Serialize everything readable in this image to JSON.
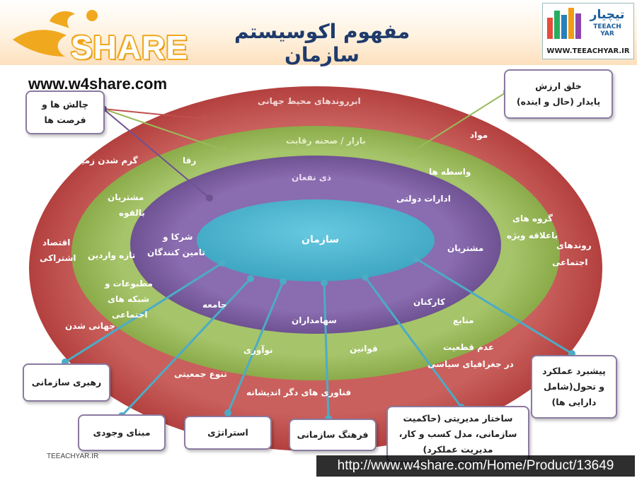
{
  "title": "مفهوم اکوسیستم سازمان",
  "brand": {
    "name": "تیچیار",
    "name_latin": "TEEACH YAR",
    "url": "WWW.TEEACHYAR.IR"
  },
  "watermark": {
    "logo_word": "SHARE",
    "site": "www.w4share.com",
    "url_bar": "http://www.w4share.com/Home/Product/13649"
  },
  "footer": "TEEACHYAR.IR",
  "colors": {
    "outer": "#c0504d",
    "green": "#9bbb59",
    "purple": "#8064a2",
    "core": "#4bacc6",
    "connector": "#4bacc6",
    "title": "#1f3a6b"
  },
  "rings": {
    "outer_title": "ابرروندهای محیط جهانی",
    "green_title": "بازار / صحنه رقابت",
    "purple_title": "ذی نفعان",
    "core_title": "سازمان"
  },
  "outer_labels": {
    "mavad": "مواد",
    "garm": "گرم شدن زمین",
    "eghtesad1": "اقتصاد",
    "eghtesad2": "اشتراکی",
    "matbuat1": "مطبوعات و",
    "matbuat2": "شبکه های",
    "matbuat3": "اجتماعی",
    "jahani": "جهانی شدن",
    "ravand1": "روندهای",
    "ravand2": "اجتماعی",
    "tanavo": "تنوع جمعیتی",
    "fanavari": "فناوری های دگر اندیشانه"
  },
  "green_labels": {
    "ra": "رقا",
    "vaseteh": "واسطه ها",
    "moshtarian1": "مشتریان",
    "moshtarian2": "بالقوه",
    "taze": "تازه واردین",
    "goruh1": "گروه های",
    "goruh2": "باعلاقه ویژه",
    "manabe": "منابع",
    "ghavanin": "قوانین",
    "noavari": "نوآوری",
    "adam1": "عدم قطعیت",
    "adam2": "در جغرافیای سیاسی"
  },
  "purple_labels": {
    "edarat": "ادارات دولتی",
    "sharka1": "شرکا و",
    "sharka2": "تامین کنندگان",
    "moshtarian": "مشتریان",
    "karkonan": "کارکنان",
    "sahamdaran": "سهامداران",
    "jameh": "جامعه"
  },
  "boxes": {
    "challenge": [
      "چالش ها و",
      "فرصت ها"
    ],
    "value": [
      "خلق ارزش",
      "پایدار (حال و اینده)"
    ],
    "leadership": [
      "رهبری سازمانی"
    ],
    "purpose": [
      "مبنای وجودی"
    ],
    "strategy": [
      "استراتژی"
    ],
    "culture": [
      "فرهنگ سازمانی"
    ],
    "structure": [
      "ساختار مدیریتی (حاکمیت",
      "سازمانی، مدل کسب و کار،",
      "مدیریت عملکرد)"
    ],
    "performance": [
      "پیشبرد عملکرد",
      "و تحول(شامل",
      "دارایی ها)"
    ]
  }
}
